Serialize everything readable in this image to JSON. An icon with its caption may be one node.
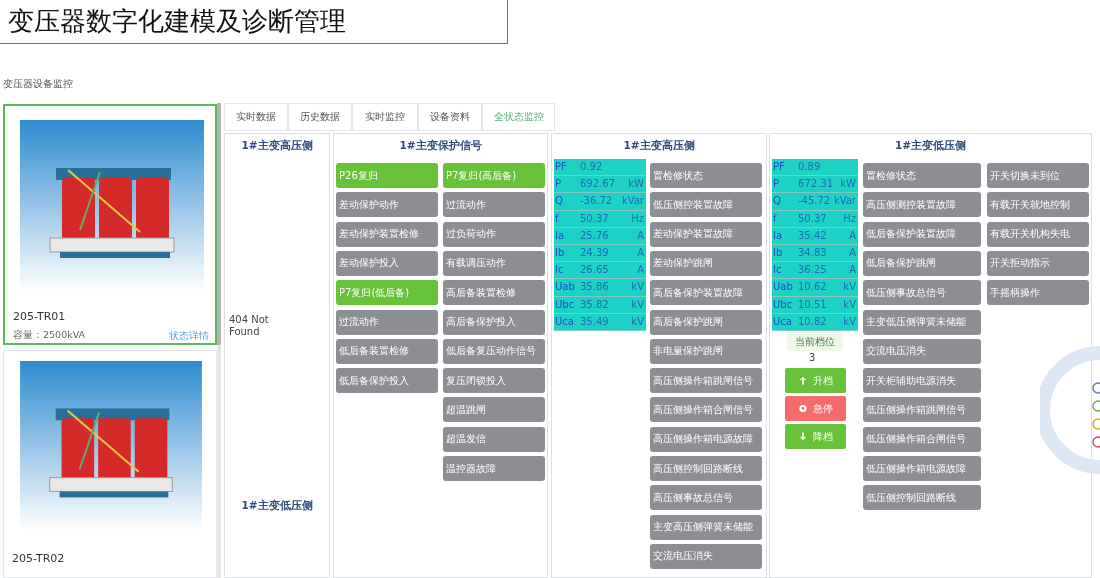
{
  "diagram": {
    "title": "变压器数字化建模及诊断管理",
    "nodes": [
      {
        "text": [
          "205-TR01",
          "容量：2500kVA",
          "状态详情"
        ]
      },
      {
        "text": [],
        "shape": "picture",
        "in": 0
      },
      {
        "text": [
          "205-TR02"
        ]
      },
      {
        "text": [],
        "shape": "picture",
        "in": 2
      },
      {
        "text": [
          "实时数据"
        ]
      },
      {
        "text": [
          "历史数据"
        ]
      },
      {
        "text": [
          "实时监控"
        ]
      },
      {
        "text": [
          "设备资料"
        ]
      },
      {
        "text": [
          "全状态监控"
        ]
      },
      {
        "text": [
          "1#主变高压侧",
          "404 Not Found",
          "1#主变低压侧"
        ]
      },
      {
        "text": [
          "1#主变保护信号"
        ]
      },
      {
        "text": [
          "P26复归"
        ],
        "in": 10
      },
      {
        "text": [
          "差动保护动作"
        ],
        "in": 10
      },
      {
        "text": [
          "差动保护装置检修"
        ],
        "in": 10
      },
      {
        "text": [
          "差动保护投入"
        ],
        "in": 10
      },
      {
        "text": [
          "P7复归(低后备)"
        ],
        "in": 10
      },
      {
        "text": [
          "过流动作"
        ],
        "in": 10
      },
      {
        "text": [
          "低后备装置检修"
        ],
        "in": 10
      },
      {
        "text": [
          "低后备保护投入"
        ],
        "in": 10
      },
      {
        "text": [
          "P7复归(高后备)"
        ],
        "in": 10
      },
      {
        "text": [
          "过流动作"
        ],
        "in": 10
      },
      {
        "text": [
          "过负荷动作"
        ],
        "in": 10
      },
      {
        "text": [
          "有载调压动作"
        ],
        "in": 10
      },
      {
        "text": [
          "高后备装置检修"
        ],
        "in": 10
      },
      {
        "text": [
          "高后备保护投入"
        ],
        "in": 10
      },
      {
        "text": [
          "低后备复压动作信号"
        ],
        "in": 10
      },
      {
        "text": [
          "复压闭锁投入"
        ],
        "in": 10
      },
      {
        "text": [
          "超温跳闸"
        ],
        "in": 10
      },
      {
        "text": [
          "超温发信"
        ],
        "in": 10
      },
      {
        "text": [
          "温控器故障"
        ],
        "in": 10
      },
      {
        "text": [
          "1#主变高压侧"
        ]
      },
      {
        "text": [
          "PF",
          "0.92"
        ],
        "in": 30
      },
      {
        "text": [
          "P",
          "692.67",
          "kW"
        ],
        "in": 30
      },
      {
        "text": [
          "Q",
          "-36.72",
          "kVar"
        ],
        "in": 30
      },
      {
        "text": [
          "f",
          "50.37",
          "Hz"
        ],
        "in": 30
      },
      {
        "text": [
          "Ia",
          "25.76",
          "A"
        ],
        "in": 30
      },
      {
        "text": [
          "Ib",
          "24.39",
          "A"
        ],
        "in": 30
      },
      {
        "text": [
          "Ic",
          "26.65",
          "A"
        ],
        "in": 30
      },
      {
        "text": [
          "Uab",
          "35.86",
          "kV"
        ],
        "in": 30
      },
      {
        "text": [
          "Ubc",
          "35.82",
          "kV"
        ],
        "in": 30
      },
      {
        "text": [
          "Uca",
          "35.49",
          "kV"
        ],
        "in": 30
      },
      {
        "text": [
          "置检修状态"
        ],
        "in": 30
      },
      {
        "text": [
          "低压侧控装置故障"
        ],
        "in": 30
      },
      {
        "text": [
          "差动保护装置故障"
        ],
        "in": 30
      },
      {
        "text": [
          "差动保护跳闸"
        ],
        "in": 30
      },
      {
        "text": [
          "高后备保护装置故障"
        ],
        "in": 30
      },
      {
        "text": [
          "高后备保护跳闸"
        ],
        "in": 30
      },
      {
        "text": [
          "非电量保护跳闸"
        ],
        "in": 30
      },
      {
        "text": [
          "高压侧操作箱跳闸信号"
        ],
        "in": 30
      },
      {
        "text": [
          "高压侧操作箱合闸信号"
        ],
        "in": 30
      },
      {
        "text": [
          "高压侧操作箱电源故障"
        ],
        "in": 30
      },
      {
        "text": [
          "高压侧控制回路断线"
        ],
        "in": 30
      },
      {
        "text": [
          "高压侧事故总信号"
        ],
        "in": 30
      },
      {
        "text": [
          "主变高压侧弹簧未储能"
        ],
        "in": 30
      },
      {
        "text": [
          "交流电压消失"
        ],
        "in": 30
      },
      {
        "text": [
          "1#主变低压侧"
        ]
      },
      {
        "text": [
          "PF",
          "0.89"
        ],
        "in": 55
      },
      {
        "text": [
          "P",
          "672.31",
          "kW"
        ],
        "in": 55
      },
      {
        "text": [
          "Q",
          "-45.72",
          "kVar"
        ],
        "in": 55
      },
      {
        "text": [
          "f",
          "50.37",
          "Hz"
        ],
        "in": 55
      },
      {
        "text": [
          "Ia",
          "35.42",
          "A"
        ],
        "in": 55
      },
      {
        "text": [
          "Ib",
          "34.83",
          "A"
        ],
        "in": 55
      },
      {
        "text": [
          "Ic",
          "36.25",
          "A"
        ],
        "in": 55
      },
      {
        "text": [
          "Uab",
          "10.62",
          "kV"
        ],
        "in": 55
      },
      {
        "text": [
          "Ubc",
          "10.51",
          "kV"
        ],
        "in": 55
      },
      {
        "text": [
          "Uca",
          "10.82",
          "kV"
        ],
        "in": 55
      },
      {
        "text": [
          "当前档位"
        ],
        "beside": [
          "3"
        ],
        "in": 55
      },
      {
        "text": [
          "升档"
        ],
        "in": 55
      },
      {
        "text": [
          "急停"
        ],
        "in": 55
      },
      {
        "text": [
          "降档"
        ],
        "in": 55
      },
      {
        "text": [
          "置检修状态"
        ],
        "in": 55
      },
      {
        "text": [
          "高压侧测控装置故障"
        ],
        "in": 55
      },
      {
        "text": [
          "低后备保护装置故障"
        ],
        "in": 55
      },
      {
        "text": [
          "低后备保护跳闸"
        ],
        "in": 55
      },
      {
        "text": [
          "低压侧事故总信号"
        ],
        "in": 55
      },
      {
        "text": [
          "主变低压侧弹簧未储能"
        ],
        "in": 55
      },
      {
        "text": [
          "交流电压消失"
        ],
        "in": 55
      },
      {
        "text": [
          "开关柜辅助电源消失"
        ],
        "in": 55
      },
      {
        "text": [
          "低压侧操作箱跳闸信号"
        ],
        "in": 55
      },
      {
        "text": [
          "低压侧操作箱合闸信号"
        ],
        "in": 55
      },
      {
        "text": [
          "低压侧操作箱电源故障"
        ],
        "in": 55
      },
      {
        "text": [
          "低压侧控制回路断线"
        ],
        "in": 55
      },
      {
        "text": [
          "开关切换未到位"
        ],
        "in": 55
      },
      {
        "text": [
          "有载开关就地控制"
        ],
        "in": 55
      },
      {
        "text": [
          "有载开关机构失电"
        ],
        "in": 55
      },
      {
        "text": [
          "开关拒动指示"
        ],
        "in": 55
      },
      {
        "text": [
          "手摇柄操作"
        ],
        "in": 55
      }
    ],
    "labels": [
      "变压器设备监控"
    ]
  }
}
